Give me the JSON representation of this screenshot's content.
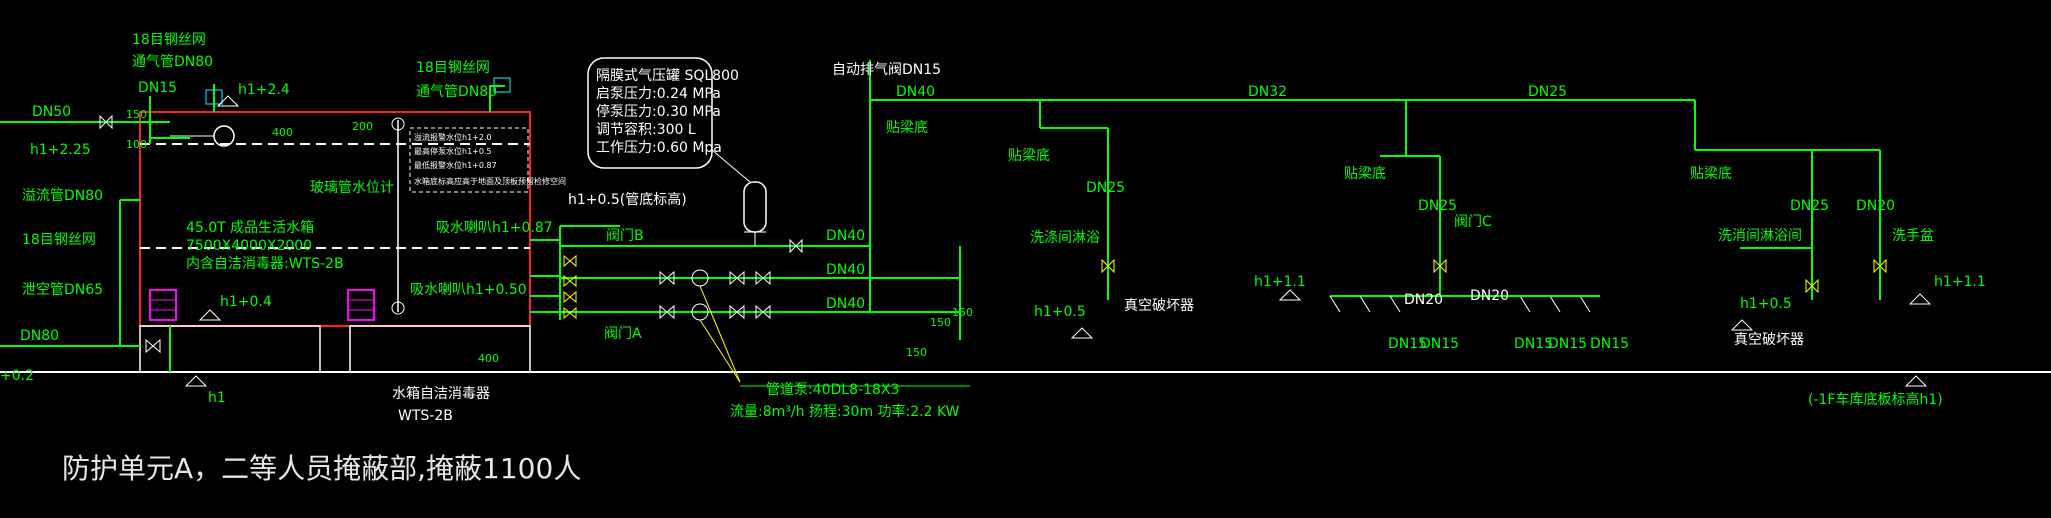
{
  "colors": {
    "background": "#000000",
    "pipe": "#00ff00",
    "tank": "#ff2020",
    "dim": "#ffffff",
    "equipment": "#ff00ff",
    "filter": "#00ffff"
  },
  "tank": {
    "screen_18_a": "18目钢丝网",
    "vent_a": "通气管DN80",
    "dn15": "DN15",
    "level_top": "h1+2.4",
    "screen_18_b": "18目钢丝网",
    "vent_b": "通气管DN80",
    "dim_150": "150",
    "dim_100": "100",
    "dim_400": "400",
    "dim_200": "200",
    "overflow": "溢流管DN80",
    "screen_18_c": "18目钢丝网",
    "drain": "泄空管DN65",
    "dn80": "DN80",
    "level_02": "+0.2",
    "glass_gauge": "玻璃管水位计",
    "capacity": "45.0T  成品生活水箱",
    "size": "7500X4000X2000",
    "sterilizer_inner": "内含自洁消毒器:WTS-2B",
    "level_04": "h1+0.4",
    "level_h1": "h1",
    "alarm_high": "溢流报警水位",
    "alarm_high_val": "h1+2.0",
    "stop_level": "最高停泵水位",
    "stop_level_val": "h1+0.5",
    "low_level": "最低报警水位",
    "low_level_val": "h1+0.87",
    "note": "水箱底标高应高于地面及顶板预留检修空间",
    "suction_a": "吸水喇叭h1+0.87",
    "suction_b": "吸水喇叭h1+0.50",
    "dim_400b": "400",
    "sterilizer_label": "水箱自洁消毒器",
    "sterilizer_model": "WTS-2B"
  },
  "pump": {
    "dn50": "DN50",
    "level_225": "h1+2.25",
    "tank_info": [
      "隔膜式气压罐 SQL800",
      "启泵压力:0.24 MPa",
      "停泵压力:0.30 MPa",
      "调节容积:300 L",
      "工作压力:0.60 Mpa"
    ],
    "auto_vent": "自动排气阀DN15",
    "header_level": "h1+0.5(管底标高)",
    "valve_b": "阀门B",
    "valve_a": "阀门A",
    "dn40_1": "DN40",
    "dn40_2": "DN40",
    "dn40_3": "DN40",
    "dim_150a": "150",
    "dim_150b": "150",
    "dim_150c": "150",
    "pump_model": "管道泵:40DL8-18X3",
    "pump_spec": "流量:8m³/h  扬程:30m  功率:2.2 KW"
  },
  "distribution": {
    "dn40_top": "DN40",
    "dn32": "DN32",
    "dn25_top": "DN25",
    "tie_1": "贴梁底",
    "tie_2": "贴梁底",
    "tie_3": "贴梁底",
    "tie_4": "贴梁底",
    "dn25_a": "DN25",
    "wash_room": "洗涤间淋浴",
    "level_05a": "h1+0.5",
    "vacuum_a": "真空破坏器",
    "dn25_b": "DN25",
    "valve_c": "阀门C",
    "level_11a": "h1+1.1",
    "dn20_a": "DN20",
    "dn20_b": "DN20",
    "dn15_list": [
      "DN15",
      "DN15",
      "DN15",
      "DN15",
      "DN15"
    ],
    "dn25_c": "DN25",
    "dn20_c": "DN20",
    "shower": "洗消间淋浴间",
    "hand_wash": "洗手盆",
    "level_05b": "h1+0.5",
    "level_11b": "h1+1.1",
    "vacuum_b": "真空破坏器",
    "floor_note": "(-1F车库底板标高h1)"
  },
  "caption": "防护单元A，二等人员掩蔽部,掩蔽1100人"
}
